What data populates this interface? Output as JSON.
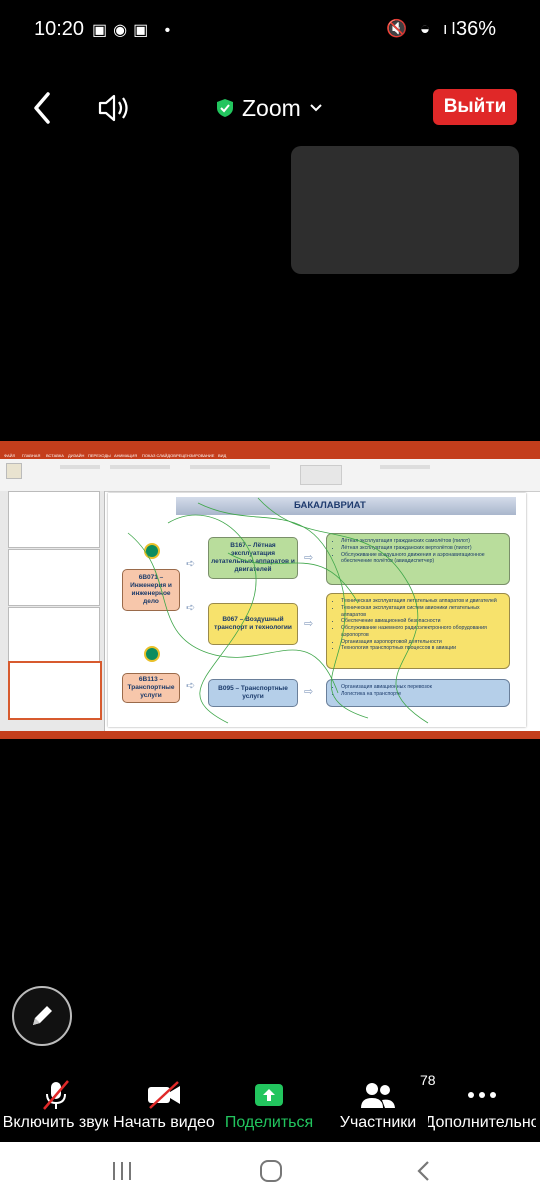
{
  "status": {
    "time": "10:20",
    "battery": "36%"
  },
  "header": {
    "app_title": "Zoom",
    "exit_label": "Выйти"
  },
  "shared_screen": {
    "ppt_tabs": [
      "ФАЙЛ",
      "ГЛАВНАЯ",
      "ВСТАВКА",
      "ДИЗАЙН",
      "ПЕРЕХОДЫ",
      "АНИМАЦИЯ",
      "ПОКАЗ СЛАЙДОВ",
      "РЕЦЕНЗИРОВАНИЕ",
      "ВИД"
    ],
    "slide": {
      "header": "БАКАЛАВРИАТ",
      "box_main1": "6В071 – Инженерия и инженерное дело",
      "box_main2": "6В113 – Транспортные услуги",
      "box_b167": "В167 – Лётная эксплуатация летательных аппаратов и двигателей",
      "box_b067": "В067 – Воздушный транспорт и технологии",
      "box_b095": "В095 – Транспортные услуги",
      "list_green": [
        "Лётная эксплуатация гражданских самолётов (пилот)",
        "Лётная эксплуатация гражданских вертолётов (пилот)",
        "Обслуживание воздушного движения и аэронавигационное обеспечение полётов (авиадиспетчер)"
      ],
      "list_yellow": [
        "Техническая эксплуатация летательных аппаратов и двигателей",
        "Техническая эксплуатация систем авионики летательных аппаратов",
        "Обеспечение авиационной безопасности",
        "Обслуживание наземного радиоэлектронного оборудования аэропортов",
        "Организация аэропортовой деятельности",
        "Технология транспортных процессов в авиации"
      ],
      "list_blue": [
        "Организация авиационных перевозок",
        "Логистика на транспорте"
      ]
    }
  },
  "toolbar": {
    "mic_label": "Включить звук",
    "video_label": "Начать видео",
    "share_label": "Поделиться",
    "participants_label": "Участники",
    "participants_count": "78",
    "more_label": "Дополнительно"
  },
  "colors": {
    "exit": "#e02828",
    "share_green": "#22c55e",
    "shield_green": "#22c55e"
  }
}
